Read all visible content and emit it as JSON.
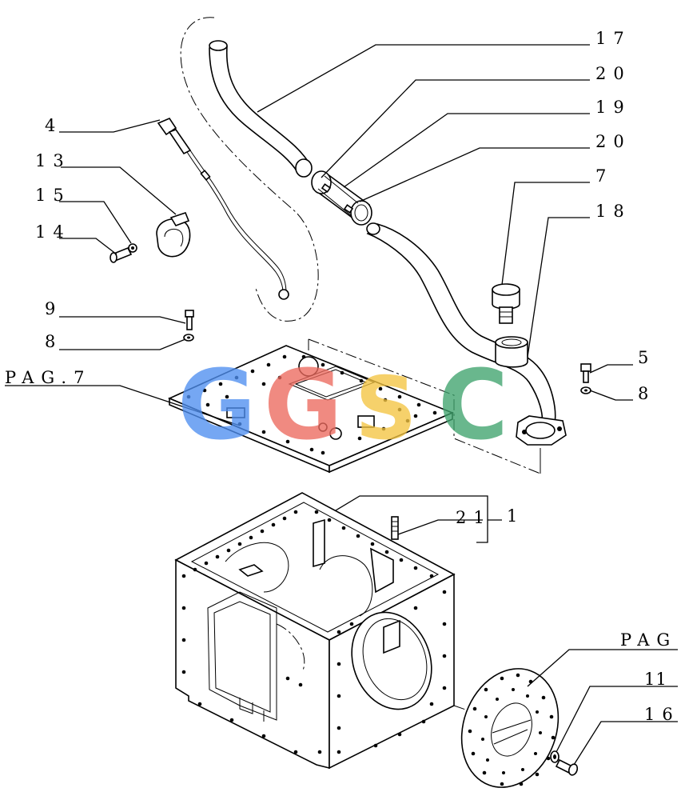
{
  "watermark": {
    "letters": [
      {
        "char": "G",
        "color": "#4f8ff0"
      },
      {
        "char": "G",
        "color": "#ec6a5e"
      },
      {
        "char": "S",
        "color": "#f4c542"
      },
      {
        "char": "C",
        "color": "#3fa46e"
      }
    ]
  },
  "callouts": {
    "c17": "17",
    "c20a": "20",
    "c19": "19",
    "c20b": "20",
    "c7": "7",
    "c18": "18",
    "c4": "4",
    "c13": "13",
    "c15": "15",
    "c14": "14",
    "c9": "9",
    "c8a": "8",
    "pag7": "PAG.7",
    "c5": "5",
    "c8b": "8",
    "c21": "21",
    "c1": "1",
    "pag": "PAG",
    "c11": "11",
    "c16": "16"
  }
}
